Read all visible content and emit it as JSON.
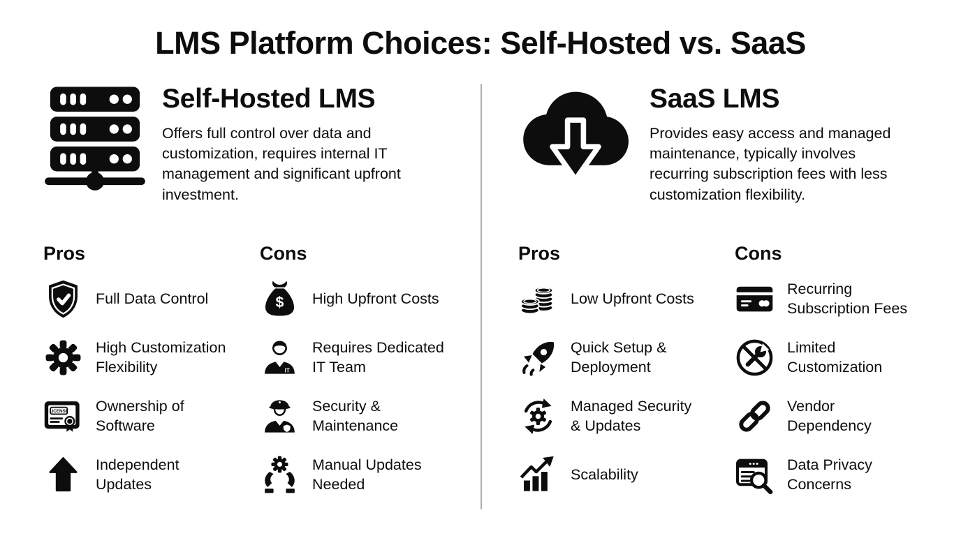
{
  "title": "LMS Platform Choices: Self-Hosted vs. SaaS",
  "colors": {
    "background": "#ffffff",
    "text": "#0d0d0d",
    "divider": "#b0b0b0"
  },
  "sections": [
    {
      "icon": "server-icon",
      "heading": "Self-Hosted LMS",
      "description": "Offers full control over data and\ncustomization, requires internal IT\nmanagement and significant upfront\ninvestment.",
      "pros": {
        "heading": "Pros",
        "items": [
          {
            "icon": "shield-check-icon",
            "label": "Full Data Control"
          },
          {
            "icon": "gear-icon",
            "label": "High Customization\nFlexibility"
          },
          {
            "icon": "license-certificate-icon",
            "label": "Ownership of\nSoftware"
          },
          {
            "icon": "arrow-up-icon",
            "label": "Independent\nUpdates"
          }
        ]
      },
      "cons": {
        "heading": "Cons",
        "items": [
          {
            "icon": "money-bag-icon",
            "label": "High Upfront Costs"
          },
          {
            "icon": "it-specialist-icon",
            "label": "Requires Dedicated\nIT Team"
          },
          {
            "icon": "security-guard-icon",
            "label": "Security &\nMaintenance"
          },
          {
            "icon": "hands-holding-gear-icon",
            "label": "Manual Updates\nNeeded"
          }
        ]
      }
    },
    {
      "icon": "cloud-download-icon",
      "heading": "SaaS LMS",
      "description": "Provides easy access and managed\nmaintenance, typically involves\nrecurring subscription fees with less\ncustomization flexibility.",
      "pros": {
        "heading": "Pros",
        "items": [
          {
            "icon": "coin-stack-icon",
            "label": "Low Upfront Costs"
          },
          {
            "icon": "rocket-icon",
            "label": "Quick Setup &\nDeployment"
          },
          {
            "icon": "sync-gear-icon",
            "label": "Managed Security\n& Updates"
          },
          {
            "icon": "growth-chart-icon",
            "label": "Scalability"
          }
        ]
      },
      "cons": {
        "heading": "Cons",
        "items": [
          {
            "icon": "credit-card-icon",
            "label": "Recurring\nSubscription Fees"
          },
          {
            "icon": "no-customization-icon",
            "label": "Limited\nCustomization"
          },
          {
            "icon": "chain-link-icon",
            "label": "Vendor\nDependency"
          },
          {
            "icon": "document-search-icon",
            "label": "Data Privacy\nConcerns"
          }
        ]
      }
    }
  ]
}
